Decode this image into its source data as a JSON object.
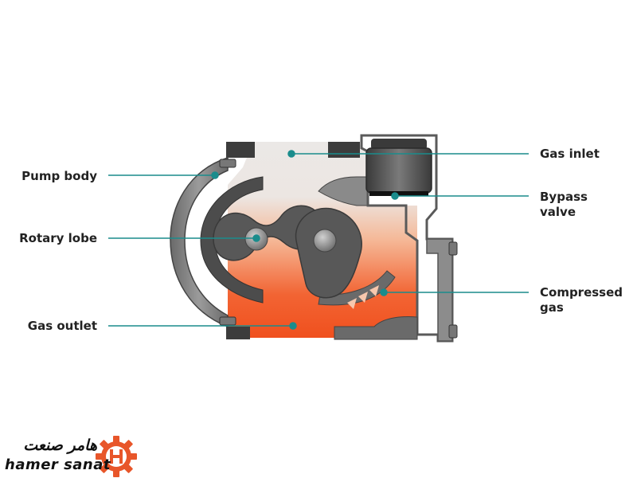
{
  "labels": {
    "pump_body": "Pump body",
    "rotary_lobe": "Rotary lobe",
    "gas_outlet": "Gas outlet",
    "gas_inlet": "Gas inlet",
    "bypass_valve": "Bypass valve",
    "compressed_gas": "Compressed gas"
  },
  "logo": {
    "farsi": "هامر صنعت",
    "english": "hamer sanat",
    "icon": "gear-h-icon",
    "color": "#e8562a"
  },
  "colors": {
    "leader_line": "#1a8c8c",
    "casing": "#5a5a5a",
    "casing_light": "#a8a8a8",
    "gas_hot": "#f0501e",
    "gas_warm": "#f7b08e",
    "gas_cool": "#ebe8e6",
    "lobe": "#555555",
    "valve": "#2a2a2a"
  }
}
